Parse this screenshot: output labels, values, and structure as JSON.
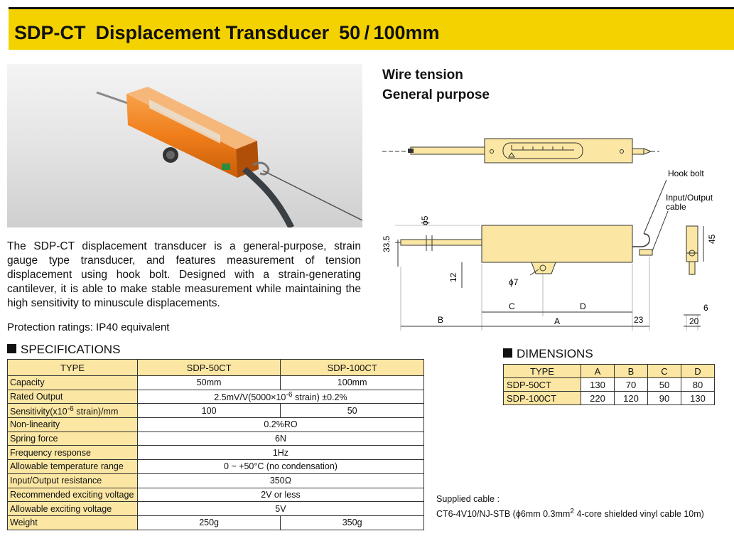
{
  "header": {
    "model": "SDP-CT",
    "name": "Displacement Transducer",
    "range": "50 / 100mm"
  },
  "application": {
    "line1": "Wire tension",
    "line2": "General purpose"
  },
  "description": "The SDP-CT displacement transducer is a general-purpose, strain gauge type transducer, and features measurement of tension displacement using hook bolt. Designed with a strain-generating cantilever, it is able to make stable measurement while maintaining the high sensitivity to minuscule displacements.",
  "protection": "Protection ratings: IP40 equivalent",
  "specifications": {
    "heading": "SPECIFICATIONS",
    "columns": [
      "TYPE",
      "SDP-50CT",
      "SDP-100CT"
    ],
    "rows": {
      "capacity": {
        "label": "Capacity",
        "v1": "50mm",
        "v2": "100mm"
      },
      "rated_output": {
        "label": "Rated Output",
        "value": "2.5mV/V(5000×10",
        "sup": "-6",
        "value_after": " strain) ±0.2%"
      },
      "sensitivity": {
        "label": "Sensitivity(x10",
        "label_sup": "-6",
        "label_after": " strain)/mm",
        "v1": "100",
        "v2": "50"
      },
      "nonlinearity": {
        "label": "Non-linearity",
        "value": "0.2%RO"
      },
      "spring_force": {
        "label": "Spring force",
        "value": "6N"
      },
      "frequency": {
        "label": "Frequency response",
        "value": "1Hz"
      },
      "temperature": {
        "label": "Allowable temperature range",
        "value": "0 ~ +50°C (no condensation)"
      },
      "resistance": {
        "label": "Input/Output resistance",
        "value": "350Ω"
      },
      "rec_voltage": {
        "label": "Recommended exciting voltage",
        "value": "2V or less"
      },
      "allow_voltage": {
        "label": "Allowable exciting voltage",
        "value": "5V"
      },
      "weight": {
        "label": "Weight",
        "v1": "250g",
        "v2": "350g"
      }
    }
  },
  "dimensions": {
    "heading": "DIMENSIONS",
    "columns": [
      "TYPE",
      "A",
      "B",
      "C",
      "D"
    ],
    "rows": [
      [
        "SDP-50CT",
        "130",
        "70",
        "50",
        "80"
      ],
      [
        "SDP-100CT",
        "220",
        "120",
        "90",
        "130"
      ]
    ]
  },
  "drawing": {
    "hook_bolt": "Hook bolt",
    "io_cable_1": "Input/Output",
    "io_cable_2": "cable",
    "phi5": "ϕ5",
    "d335": "33.5",
    "d12": "12",
    "phi7": "ϕ7",
    "C": "C",
    "D": "D",
    "B": "B",
    "A": "A",
    "d23": "23",
    "d45": "45",
    "d6": "6",
    "d20": "20"
  },
  "cable": {
    "title": "Supplied cable :",
    "text1": "CT6-4V10/NJ-STB (ϕ6mm 0.3mm",
    "sup": "2",
    "text2": " 4-core shielded vinyl cable 10m)"
  },
  "colors": {
    "banner": "#f4d200",
    "table_label": "#fbe7a3",
    "drawing_body": "#fbe7a3",
    "transducer_orange": "#ef7d1a"
  }
}
